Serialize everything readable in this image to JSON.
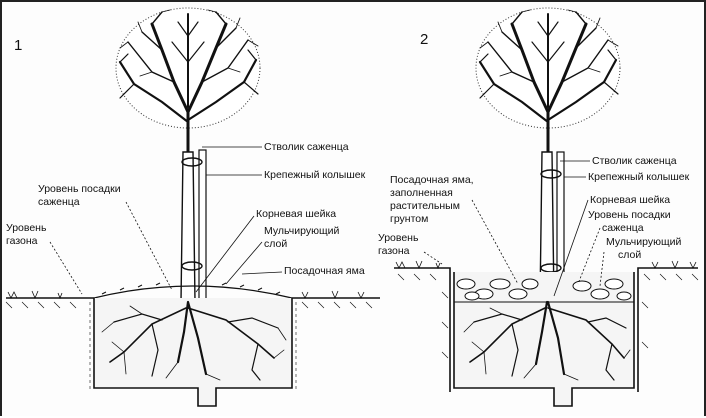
{
  "diagram": {
    "left": {
      "number": "1",
      "labels": {
        "trunk": "Стволик саженца",
        "stake": "Крепежный колышек",
        "root_collar": "Корневая шейка",
        "mulch_line1": "Мульчирующий",
        "mulch_line2": "слой",
        "planting_pit": "Посадочная яма",
        "planting_level_line1": "Уровень посадки",
        "planting_level_line2": "саженца",
        "lawn_level_line1": "Уровень",
        "lawn_level_line2": "газона"
      }
    },
    "right": {
      "number": "2",
      "labels": {
        "trunk": "Стволик саженца",
        "stake": "Крепежный колышек",
        "pit_filled_line1": "Посадочная яма,",
        "pit_filled_line2": "заполненная",
        "pit_filled_line3": "растительным",
        "pit_filled_line4": "грунтом",
        "root_collar": "Корневая шейка",
        "planting_level_line1": "Уровень посадки",
        "planting_level_line2": "саженца",
        "mulch_line1": "Мульчирующий",
        "mulch_line2": "слой",
        "lawn_level_line1": "Уровень",
        "lawn_level_line2": "газона"
      }
    }
  }
}
